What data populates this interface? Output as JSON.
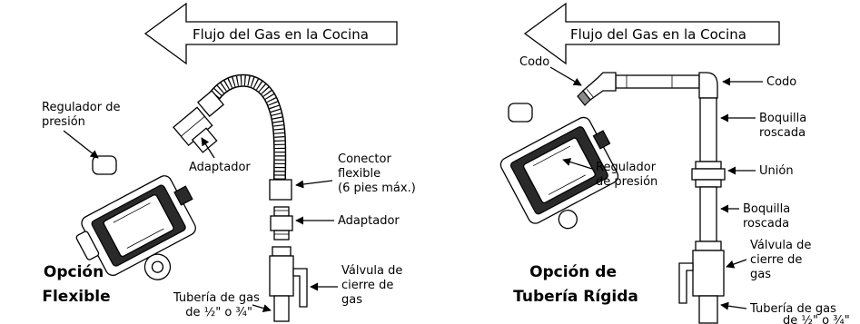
{
  "left_panel": {
    "flow_label": "Flujo del Gas en la Cocina",
    "option_title": [
      "Opción",
      "Flexible"
    ],
    "regulator_label": [
      "Regulador de",
      "presión"
    ],
    "adapter_top_label": "Adaptador",
    "flex_connector_label": [
      "Conector",
      "flexible",
      "(6 pies máx.)"
    ],
    "adapter_bottom_label": "Adaptador",
    "valve_label": [
      "Válvula de",
      "cierre de",
      "gas"
    ],
    "pipe_label": [
      "Tubería de gas",
      "de ½\" o ¾\""
    ]
  },
  "right_panel": {
    "flow_label": "Flujo del Gas en la Cocina",
    "option_title": [
      "Opción de",
      "Tubería Rígida"
    ],
    "elbow_left_label": "Codo",
    "elbow_right_label": "Codo",
    "nipple_top_label": [
      "Boquilla",
      "roscada"
    ],
    "regulator_label": [
      "Regulador",
      "de presión"
    ],
    "union_label": "Unión",
    "nipple_bottom_label": [
      "Boquilla",
      "roscada"
    ],
    "valve_label": [
      "Válvula de",
      "cierre de",
      "gas"
    ],
    "pipe_label": [
      "Tubería de gas",
      "de ½\" o ¾\""
    ]
  }
}
